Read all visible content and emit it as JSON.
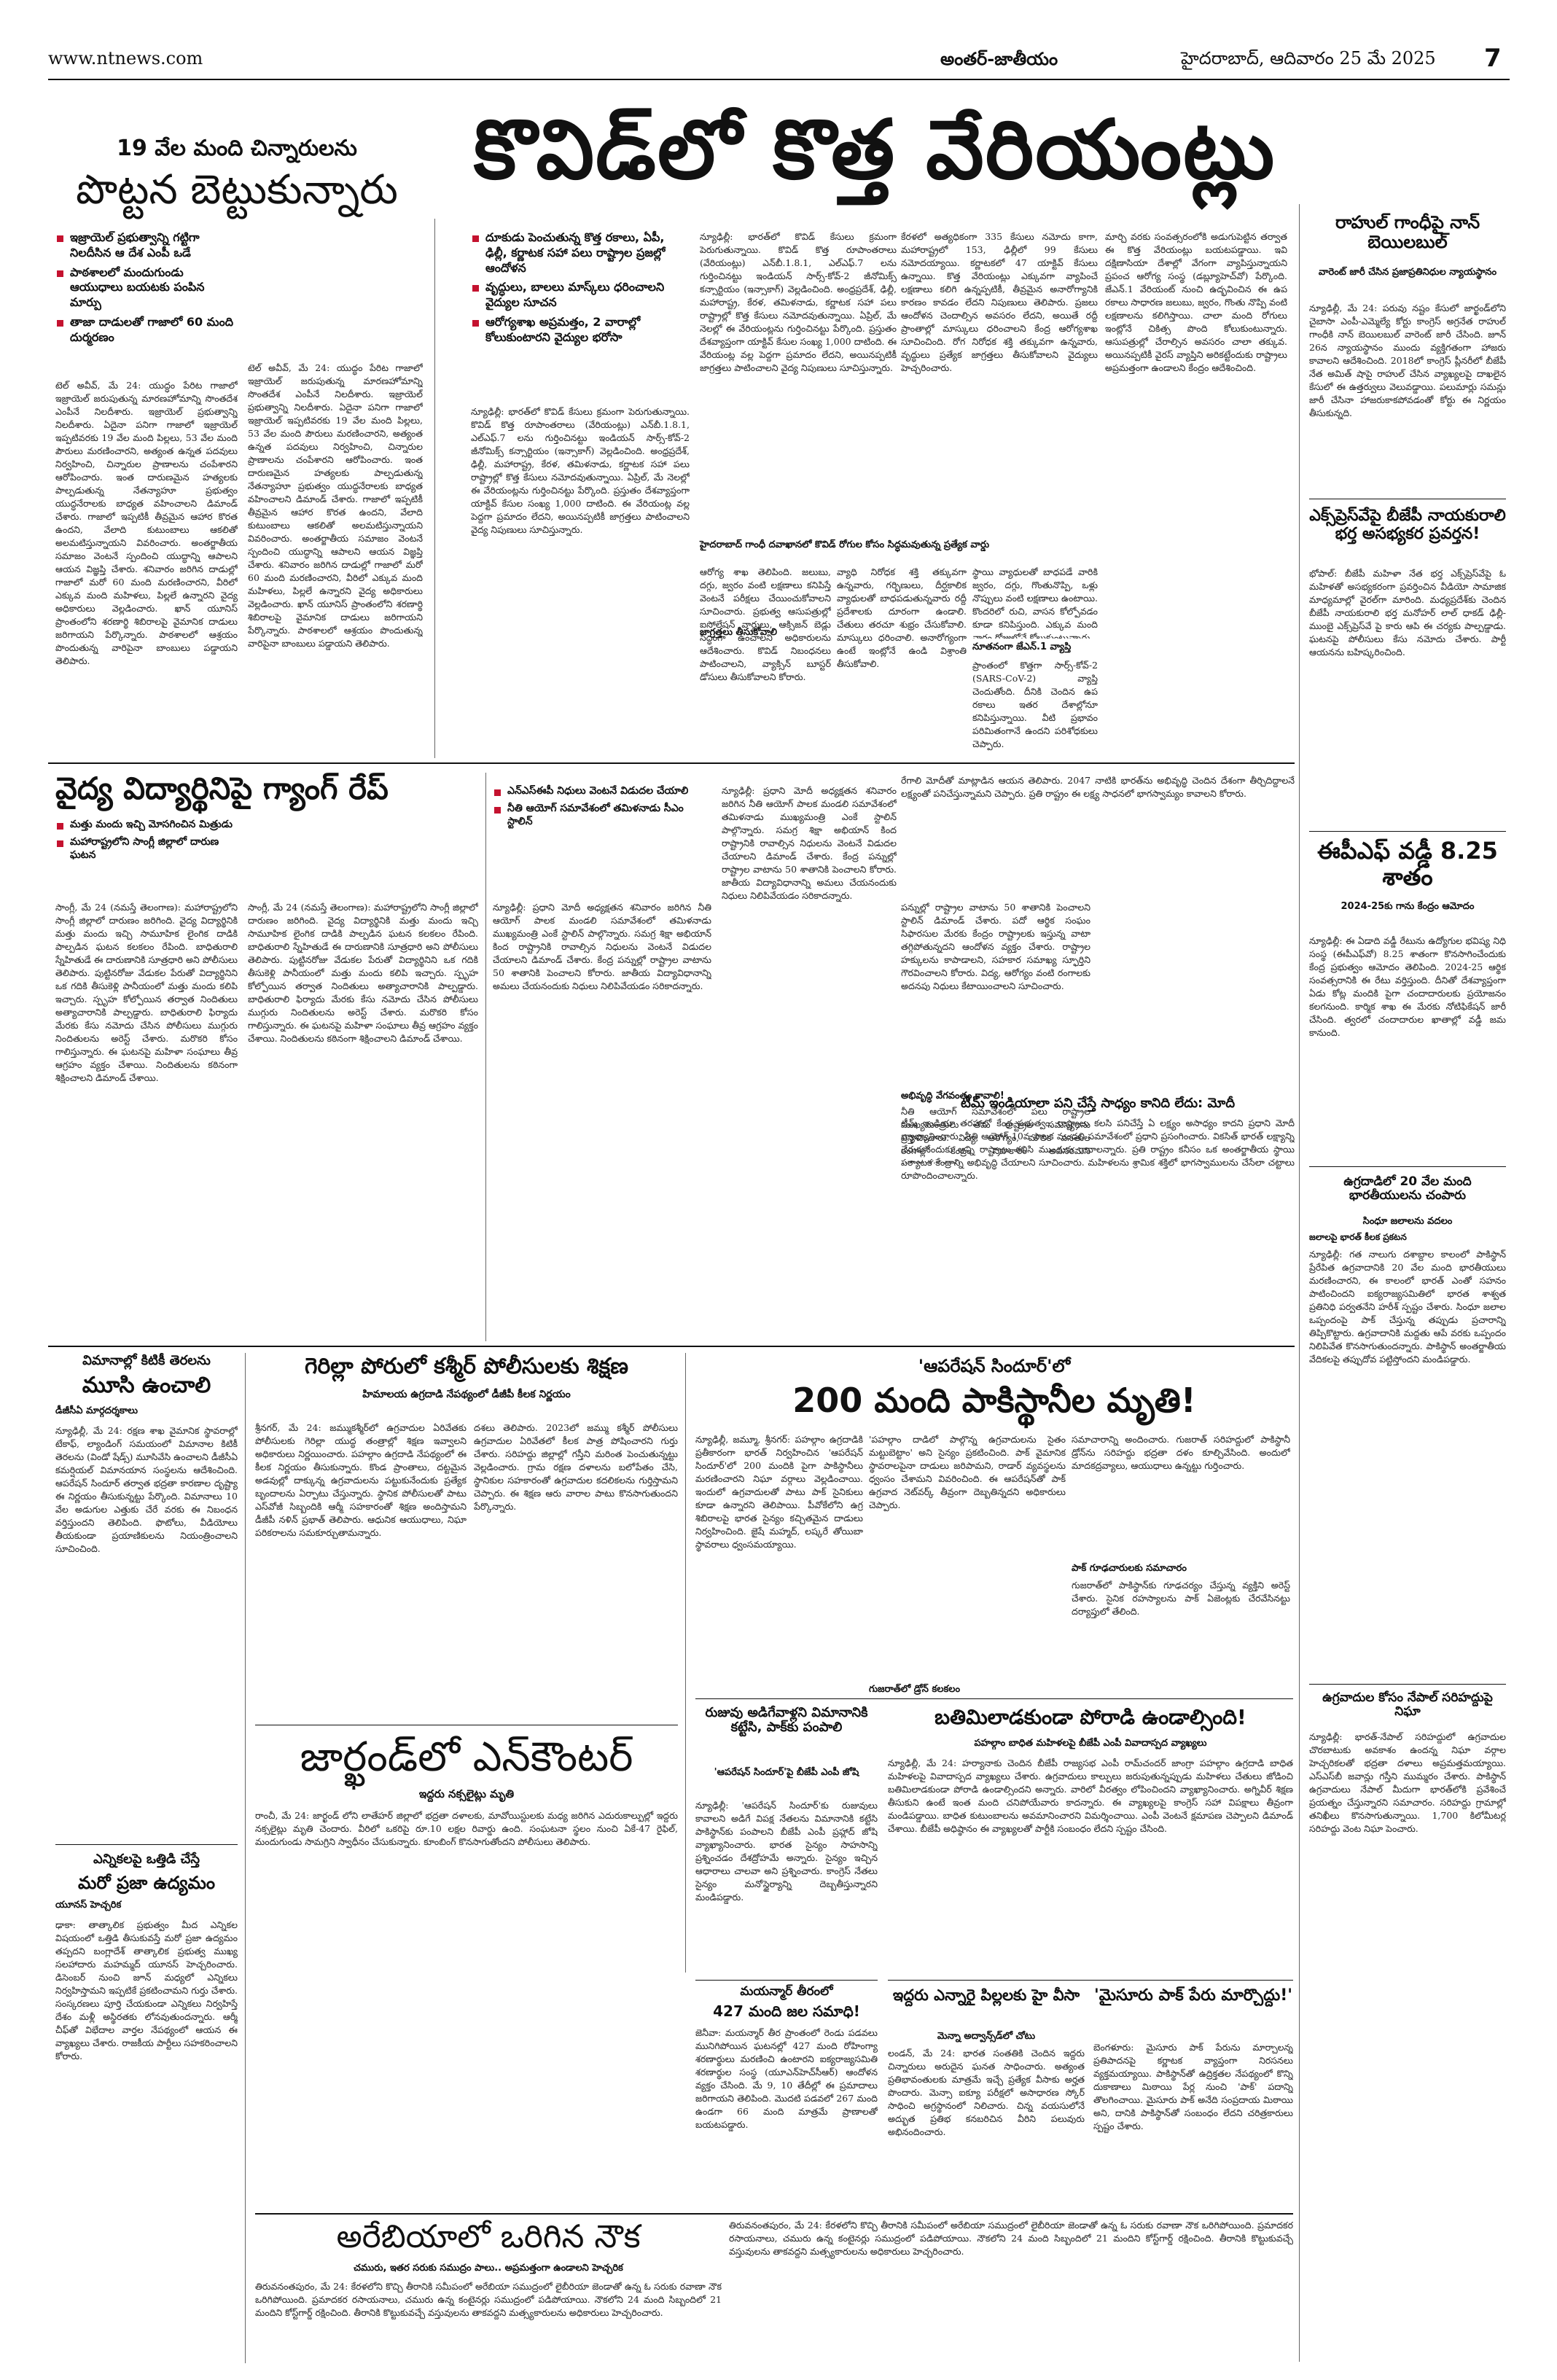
{
  "masthead": {
    "website": "www.ntnews.com",
    "section": "అంతర్‌-జాతీయం",
    "dateline": "హైదరాబాద్‌, ఆదివారం 25 మే 2025",
    "page_number": "7"
  },
  "main_headline": "కొవిడ్‌లో కొత్త వేరియంట్లు",
  "gaza": {
    "kicker": "19 వేల మంది చిన్నారులను",
    "headline": "పొట్టన బెట్టుకున్నారు",
    "bullets": [
      "ఇజ్రాయెల్‌ ప్రభుత్వాన్ని గట్టిగా నిలదీసిన ఆ దేశ ఎంపీ ఒడే",
      "పాఠశాలలో మందుగుండు ఆయుధాలు బయటకు పంపిన మార్పు",
      "తాజా దాడులతో గాజాలో 60 మంది దుర్మరణం"
    ],
    "body": "టెల్‌ అవీవ్‌, మే 24: యుద్ధం పేరిట గాజాలో ఇజ్రాయెల్‌ జరుపుతున్న మారణహోమాన్ని సొంతదేశ ఎంపీనే నిలదీశారు. ఇజ్రాయెల్‌ ప్రభుత్వాన్ని నిలదీశారు. ఏదైనా పనిగా గాజాలో ఇజ్రాయెల్‌ ఇప్పటివరకు 19 వేల మంది పిల్లలు, 53 వేల మంది పౌరులు మరణించారని, అత్యంత ఉన్నత పదవులు నిర్వహించి, చిన్నారుల ప్రాణాలను చంపేశారని ఆరోపించారు. ఇంత దారుణమైన హత్యలకు పాల్పడుతున్న నేతన్యాహూ ప్రభుత్వం యుద్ధనేరాలకు బాధ్యత వహించాలని డిమాండ్‌ చేశారు. గాజాలో ఇప్పటికీ తీవ్రమైన ఆహార కొరత ఉందని, వేలాది కుటుంబాలు ఆకలితో అలమటిస్తున్నాయని వివరించారు. అంతర్జాతీయ సమాజం వెంటనే స్పందించి యుద్ధాన్ని ఆపాలని ఆయన విజ్ఞప్తి చేశారు. శనివారం జరిగిన దాడుల్లో గాజాలో మరో 60 మంది మరణించారని, వీరిలో ఎక్కువ మంది మహిళలు, పిల్లలే ఉన్నారని వైద్య అధికారులు వెల్లడించారు. ఖాన్‌ యూనిస్‌ ప్రాంతంలోని శరణార్థి శిబిరాలపై వైమానిక దాడులు జరిగాయని పేర్కొన్నారు. పాఠశాలలో ఆశ్రయం పొందుతున్న వారిపైనా బాంబులు పడ్డాయని తెలిపారు."
  },
  "covid": {
    "bullets": [
      "దూకుడు పెంచుతున్న కొత్త రకాలు, ఏపీ, ఢిల్లీ, కర్ణాటక సహా పలు రాష్ట్రాల ప్రజల్లో ఆందోళన",
      "వృద్ధులు, బాలలు మాస్క్‌లు ధరించాలని వైద్యుల సూచన",
      "ఆరోగ్యశాఖ అప్రమత్తం, 2 వారాల్లో కోలుకుంటారని వైద్యుల భరోసా"
    ],
    "body1": "న్యూఢిల్లీ: భారత్‌లో కొవిడ్‌ కేసులు క్రమంగా పెరుగుతున్నాయి. కొవిడ్‌ కొత్త రూపాంతరాలు (వేరియంట్లు) ఎన్‌బీ.1.8.1, ఎల్‌ఎఫ్‌.7 లను గుర్తించినట్టు ఇండియన్‌ సార్స్‌-కోవ్‌-2 జీనోమిక్స్‌ కన్సార్టియం (ఇన్సాకాగ్‌) వెల్లడించింది. అంధ్రప్రదేశ్‌, ఢిల్లీ, మహారాష్ట్ర, కేరళ, తమిళనాడు, కర్ణాటక సహా పలు రాష్ట్రాల్లో కొత్త కేసులు నమోదవుతున్నాయి. ఏప్రిల్‌, మే నెలల్లో ఈ వేరియంట్లను గుర్తించినట్టు పేర్కొంది. ప్రస్తుతం దేశవ్యాప్తంగా యాక్టివ్‌ కేసుల సంఖ్య 1,000 దాటింది. ఈ వేరియంట్ల వల్ల పెద్దగా ప్రమాదం లేదని, అయినప్పటికీ జాగ్రత్తలు పాటించాలని వైద్య నిపుణులు సూచిస్తున్నారు.",
    "body2": "కేరళలో అత్యధికంగా 335 కేసులు నమోదు కాగా, మహారాష్ట్రలో 153, ఢిల్లీలో 99 కేసులు నమోదయ్యాయి. కర్ణాటకలో 47 యాక్టివ్‌ కేసులు ఉన్నాయి. కొత్త వేరియంట్లు ఎక్కువగా వ్యాపించే లక్షణాలు కలిగి ఉన్నప్పటికీ, తీవ్రమైన అనారోగ్యానికి కారణం కావడం లేదని నిపుణులు తెలిపారు. ప్రజలు ఆందోళన చెందాల్సిన అవసరం లేదని, అయితే రద్దీ ప్రాంతాల్లో మాస్కులు ధరించాలని కేంద్ర ఆరోగ్యశాఖ సూచించింది. రోగ నిరోధక శక్తి తక్కువగా ఉన్నవారు, వృద్ధులు ప్రత్యేక జాగ్రత్తలు తీసుకోవాలని వైద్యులు హెచ్చరించారు.",
    "body3": "మార్చి వరకు సంవత్సరంలోకి అడుగుపెట్టిన తర్వాత ఈ కొత్త వేరియంట్లు బయటపడ్డాయి. ఇవి దక్షిణాసియా దేశాల్లో వేగంగా వ్యాపిస్తున్నాయని ప్రపంచ ఆరోగ్య సంస్థ (డబ్ల్యూహెచ్‌వో) పేర్కొంది. జేఎన్‌.1 వేరియంట్‌ నుంచి ఉద్భవించిన ఈ ఉప రకాలు సాధారణ జలుబు, జ్వరం, గొంతు నొప్పి వంటి లక్షణాలను కలిగిస్తాయి. చాలా మంది రోగులు ఇంట్లోనే చికిత్స పొంది కోలుకుంటున్నారు. ఆసుపత్రుల్లో చేరాల్సిన అవసరం చాలా తక్కువ. అయినప్పటికీ వైరస్‌ వ్యాప్తిని అరికట్టేందుకు రాష్ట్రాలు అప్రమత్తంగా ఉండాలని కేంద్రం ఆదేశించింది.",
    "hyd_head": "హైదరాబాద్‌ గాంధీ దవాఖానలో కొవిడ్‌ రోగుల కోసం సిద్ధమవుతున్న ప్రత్యేక వార్డు",
    "body4": "ఆరోగ్య శాఖ తెలిపింది. జలుబు, దగ్గు, జ్వరం వంటి లక్షణాలు కనిపిస్తే వెంటనే పరీక్షలు చేయించుకోవాలని సూచించారు. ప్రభుత్వ ఆసుపత్రుల్లో ఐసోలేషన్‌ వార్డులు, ఆక్సిజన్‌ బెడ్లు సిద్ధంగా ఉంచాలని అధికారులను ఆదేశించారు. కొవిడ్‌ నిబంధనలు పాటించాలని, వ్యాక్సిన్‌ బూస్టర్‌ డోసులు తీసుకోవాలని కోరారు.",
    "precaution_head": "జాగ్రత్తలు తీసుకోవాలి",
    "body5": "వ్యాధి నిరోధక శక్తి తక్కువగా ఉన్నవారు, గర్భిణులు, దీర్ఘకాలిక వ్యాధులతో బాధపడుతున్నవారు రద్దీ ప్రదేశాలకు దూరంగా ఉండాలి. చేతులు తరచూ శుభ్రం చేసుకోవాలి. మాస్కులు ధరించాలి. అనారోగ్యంగా ఉంటే ఇంట్లోనే ఉండి విశ్రాంతి తీసుకోవాలి.",
    "body6": "స్థాయి వ్యాధులతో బాధపడే వారికి జ్వరం, దగ్గు, గొంతునొప్పి, ఒళ్లు నొప్పులు వంటి లక్షణాలు ఉంటాయి. కొందరిలో రుచి, వాసన కోల్పోవడం కూడా కనిపిస్తుంది. ఎక్కువ మంది వారం రోజుల్లోనే కోలుకుంటున్నారు.",
    "new_head": "నూతనంగా జేఎన్‌.1 వ్యాప్తి",
    "body7": "ప్రాంతంలో కొత్తగా సార్స్‌-కోవ్‌-2 (SARS-CoV-2) వ్యాప్తి చెందుతోంది. దీనికి చెందిన ఉప రకాలు ఇతర దేశాల్లోనూ కనిపిస్తున్నాయి. వీటి ప్రభావం పరిమితంగానే ఉందని పరిశోధకులు చెప్పారు."
  },
  "rahul": {
    "headline": "రాహుల్‌ గాంధీపై నాన్‌ బెయిలబుల్‌",
    "sub": "వారెంట్‌ జారీ చేసిన ప్రజాప్రతినిధుల న్యాయస్థానం",
    "body": "న్యూఢిల్లీ, మే 24: పరువు నష్టం కేసులో జార్ఖండ్‌లోని చైబాసా ఎంపీ-ఎమ్మెల్యే కోర్టు కాంగ్రెస్‌ అగ్రనేత రాహుల్‌ గాంధీకి నాన్‌ బెయిలబుల్‌ వారెంట్‌ జారీ చేసింది. జూన్‌ 26న న్యాయస్థానం ముందు వ్యక్తిగతంగా హాజరు కావాలని ఆదేశించింది. 2018లో కాంగ్రెస్‌ ప్లీనరీలో బీజేపీ నేత అమిత్‌ షాపై రాహుల్‌ చేసిన వ్యాఖ్యలపై దాఖలైన కేసులో ఈ ఉత్తర్వులు వెలువడ్డాయి. పలుమార్లు సమన్లు జారీ చేసినా హాజరుకాకపోవడంతో కోర్టు ఈ నిర్ణయం తీసుకున్నది."
  },
  "express": {
    "headline": "ఎక్స్‌ప్రెస్‌వేపై బీజేపీ నాయకురాలి భర్త అసభ్యకర ప్రవర్తన!",
    "body": "భోపాల్‌: బీజేపీ మహిళా నేత భర్త ఎక్స్‌ప్రెస్‌వేపై ఓ మహిళతో అసభ్యకరంగా ప్రవర్తించిన వీడియో సామాజిక మాధ్యమాల్లో వైరల్‌గా మారింది. మధ్యప్రదేశ్‌కు చెందిన బీజేపీ నాయకురాలి భర్త మనోహర్‌ లాల్‌ ధాకడ్‌ ఢిల్లీ-ముంబై ఎక్స్‌ప్రెస్‌వే పై కారు ఆపి ఈ చర్యకు పాల్పడ్డాడు. ఘటనపై పోలీసులు కేసు నమోదు చేశారు. పార్టీ ఆయనను బహిష్కరించింది."
  },
  "epf": {
    "headline": "ఈపీఎఫ్‌ వడ్డీ 8.25 శాతం",
    "sub": "2024-25కు గాను కేంద్రం ఆమోదం",
    "body": "న్యూఢిల్లీ: ఈ ఏడాది వడ్డీ రేటును ఉద్యోగుల భవిష్య నిధి సంస్థ (ఈపీఎఫ్‌వో) 8.25 శాతంగా కొనసాగించేందుకు కేంద్ర ప్రభుత్వం ఆమోదం తెలిపింది. 2024-25 ఆర్థిక సంవత్సరానికి ఈ రేటు వర్తిస్తుంది. దీనితో దేశవ్యాప్తంగా ఏడు కోట్ల మందికి పైగా చందాదారులకు ప్రయోజనం కలగనుంది. కార్మిక శాఖ ఈ మేరకు నోటిఫికేషన్‌ జారీ చేసింది. త్వరలో చందాదారుల ఖాతాల్లో వడ్డీ జమ కానుంది."
  },
  "gang_rape": {
    "headline": "వైద్య విద్యార్థినిపై గ్యాంగ్‌ రేప్‌",
    "bullets": [
      "మత్తు మందు ఇచ్చి మోసగించిన మిత్రుడు",
      "మహారాష్ట్రలోని సాంగ్లీ జిల్లాలో దారుణ ఘటన"
    ],
    "body": "సాంగ్లీ, మే 24 (నమస్తే తెలంగాణ): మహారాష్ట్రలోని సాంగ్లీ జిల్లాలో దారుణం జరిగింది. వైద్య విద్యార్థినికి మత్తు మందు ఇచ్చి సామూహిక లైంగిక దాడికి పాల్పడిన ఘటన కలకలం రేపింది. బాధితురాలి స్నేహితుడే ఈ దారుణానికి సూత్రధారి అని పోలీసులు తెలిపారు. పుట్టినరోజు వేడుకల పేరుతో విద్యార్థినిని ఒక గదికి తీసుకెళ్లి పానీయంలో మత్తు మందు కలిపి ఇచ్చారు. స్పృహ కోల్పోయిన తర్వాత నిందితులు అత్యాచారానికి పాల్పడ్డారు. బాధితురాలి ఫిర్యాదు మేరకు కేసు నమోదు చేసిన పోలీసులు ముగ్గురు నిందితులను అరెస్ట్‌ చేశారు. మరొకరి కోసం గాలిస్తున్నారు. ఈ ఘటనపై మహిళా సంఘాలు తీవ్ర ఆగ్రహం వ్యక్తం చేశాయి. నిందితులను కఠినంగా శిక్షించాలని డిమాండ్‌ చేశాయి."
  },
  "niti": {
    "bullets": [
      "ఎన్‌ఎస్‌ఈపీ నిధులు వెంటనే విడుదల చేయాలి",
      "నీతి ఆయోగ్‌ సమావేశంలో తమిళనాడు సీఎం స్టాలిన్‌"
    ],
    "body1": "న్యూఢిల్లీ: ప్రధాని మోదీ అధ్యక్షతన శనివారం జరిగిన నీతి ఆయోగ్‌ పాలక మండలి సమావేశంలో తమిళనాడు ముఖ్యమంత్రి ఎంకే స్టాలిన్‌ పాల్గొన్నారు. సమగ్ర శిక్షా అభియాన్‌ కింద రాష్ట్రానికి రావాల్సిన నిధులను వెంటనే విడుదల చేయాలని డిమాండ్‌ చేశారు. కేంద్ర పన్నుల్లో రాష్ట్రాల వాటాను 50 శాతానికి పెంచాలని కోరారు. జాతీయ విద్యావిధానాన్ని అమలు చేయనందుకు నిధులు నిలిపివేయడం సరికాదన్నారు.",
    "body2": "పన్నుల్లో రాష్ట్రాల వాటాను 50 శాతానికి పెంచాలని స్టాలిన్‌ డిమాండ్‌ చేశారు. పదో ఆర్థిక సంఘం సిఫారసుల మేరకు కేంద్రం రాష్ట్రాలకు ఇస్తున్న వాటా తగ్గిపోతున్నదని ఆందోళన వ్యక్తం చేశారు. రాష్ట్రాల హక్కులను కాపాడాలని, సహకార సమాఖ్య స్ఫూర్తిని గౌరవించాలని కోరారు. విద్య, ఆరోగ్యం వంటి రంగాలకు అదనపు నిధులు కేటాయించాలని సూచించారు.",
    "viksit_head": "అభివృద్ధి వేగవంతం కావాలి!",
    "body3": "నీతి ఆయోగ్‌ సమావేశంలో పలు రాష్ట్రాల ముఖ్యమంత్రులు తమ రాష్ట్రాల సమస్యలను ప్రస్తావించారు. విద్య, ఆరోగ్యం, మౌలిక వసతుల రంగాల్లో కేంద్రం సహకారం అవసరమని అభిప్రాయపడ్డారు."
  },
  "team_india": {
    "pre": "రేగాలి మోదీతో మాట్లాడిన ఆయన తెలిపారు. 2047 నాటికి భారత్‌ను అభివృద్ధి చెందిన దేశంగా తీర్చిదిద్దాలనే లక్ష్యంతో పనిచేస్తున్నామని చెప్పారు. ప్రతి రాష్ట్రం ఈ లక్ష్య సాధనలో భాగస్వామ్యం కావాలని కోరారు.",
    "headline": "టీమ్‌ ఇండియాలా పని చేస్తే సాధ్యం కానిది లేదు: మోదీ",
    "body": "టీమ్‌ ఇండియా తరహాలో కేంద్ర ప్రభుత్వం, రాష్ట్రాలు కలసి పనిచేస్తే ఏ లక్ష్యం అసాధ్యం కాదని ప్రధాని మోదీ వ్యాఖ్యానించారు. నీతి ఆయోగ్‌ 10వ పాలక మండలి సమావేశంలో ప్రధాని ప్రసంగించారు. వికసిత్‌ భారత్‌ లక్ష్యాన్ని చేరుకునేందుకు అన్ని రాష్ట్రాలు కలిసి ముందుకు రావాలన్నారు. ప్రతి రాష్ట్రం కనీసం ఒక అంతర్జాతీయ స్థాయి పర్యాటక కేంద్రాన్ని అభివృద్ధి చేయాలని సూచించారు. మహిళలను శ్రామిక శక్తిలో భాగస్వాములను చేసేలా చట్టాలు రూపొందించాలన్నారు."
  },
  "musi": {
    "kicker": "విమానాల్లో కిటికీ తెరలను",
    "headline": "మూసి ఉంచాలి",
    "sub": "డీజీసీఏ మార్గదర్శకాలు",
    "body": "న్యూఢిల్లీ, మే 24: రక్షణ శాఖ వైమానిక స్థావరాల్లో టేకాఫ్‌, ల్యాండింగ్‌ సమయంలో విమానాల కిటికీ తెరలను (విండో షేడ్స్‌) మూసివేసి ఉంచాలని డీజీసీఏ కమర్షియల్‌ విమానయాన సంస్థలను ఆదేశించింది. ఆపరేషన్‌ సిందూర్‌ తర్వాత భద్రతా కారణాల దృష్ట్యా ఈ నిర్ణయం తీసుకున్నట్టు పేర్కొంది. విమానాలు 10 వేల అడుగుల ఎత్తుకు చేరే వరకు ఈ నిబంధన వర్తిస్తుందని తెలిపింది. ఫొటోలు, వీడియోలు తీయకుండా ప్రయాణికులను నియంత్రించాలని సూచించింది."
  },
  "election": {
    "kicker": "ఎన్నికలపై ఒత్తిడి చేస్తే",
    "headline": "మరో ప్రజా ఉద్యమం",
    "sub": "యూనస్‌ హెచ్చరిక",
    "body": "ఢాకా: తాత్కాలిక ప్రభుత్వం మీద ఎన్నికల విషయంలో ఒత్తిడి తీసుకువస్తే మరో ప్రజా ఉద్యమం తప్పదని బంగ్లాదేశ్‌ తాత్కాలిక ప్రభుత్వ ముఖ్య సలహాదారు మహమ్మద్‌ యూనస్‌ హెచ్చరించారు. డిసెంబర్‌ నుంచి జూన్‌ మధ్యలో ఎన్నికలు నిర్వహిస్తామని ఇప్పటికే ప్రకటించామని గుర్తు చేశారు. సంస్కరణలు పూర్తి చేయకుండా ఎన్నికలు నిర్వహిస్తే దేశం మళ్లీ అస్థిరతకు లోనవుతుందన్నారు. ఆర్మీ చీఫ్‌తో విభేదాల వార్తల నేపథ్యంలో ఆయన ఈ వ్యాఖ్యలు చేశారు. రాజకీయ పార్టీలు సహకరించాలని కోరారు."
  },
  "guerrilla": {
    "headline": "గెరిల్లా పోరులో కశ్మీర్‌ పోలీసులకు శిక్షణ",
    "sub": "హిమాలయ ఉగ్రదాడి నేపథ్యంలో డీజీపీ కీలక నిర్ణయం",
    "body": "శ్రీనగర్‌, మే 24: జమ్ముకశ్మీర్‌లో ఉగ్రవాదుల ఏరివేతకు పోలీసులకు గెరిల్లా యుద్ధ తంత్రాల్లో శిక్షణ ఇవ్వాలని అధికారులు నిర్ణయించారు. పహల్గాం ఉగ్రదాడి నేపథ్యంలో ఈ కీలక నిర్ణయం తీసుకున్నారు. కొండ ప్రాంతాలు, దట్టమైన అడవుల్లో దాక్కున్న ఉగ్రవాదులను పట్టుకునేందుకు ప్రత్యేక బృందాలను ఏర్పాటు చేస్తున్నారు. స్థానిక పోలీసులతో పాటు ఎస్‌వోజీ సిబ్బందికి ఆర్మీ సహకారంతో శిక్షణ అందిస్తామని డీజీపీ నళిన్‌ ప్రభాత్‌ తెలిపారు. ఆధునిక ఆయుధాలు, నిఘా పరికరాలను సమకూర్చుతామన్నారు.",
    "body2": "దశలు తెలిపారు. 2023లో జమ్ము కశ్మీర్‌ పోలీసులు ఉగ్రవాదుల ఏరివేతలో కీలక పాత్ర పోషించారని గుర్తు చేశారు. సరిహద్దు జిల్లాల్లో గస్తీని మరింత పెంచుతున్నట్టు వెల్లడించారు. గ్రామ రక్షణ దళాలను బలోపేతం చేసి, స్థానికుల సహకారంతో ఉగ్రవాదుల కదలికలను గుర్తిస్తామని చెప్పారు. ఈ శిక్షణ ఆరు వారాల పాటు కొనసాగుతుందని పేర్కొన్నారు."
  },
  "encounter": {
    "headline": "జార్ఖండ్‌లో ఎన్‌కౌంటర్‌",
    "sub": "ఇద్దరు నక్సలైట్లు మృతి",
    "body": "రాంచీ, మే 24: జార్ఖండ్‌ లోని లాతేహర్‌ జిల్లాలో భద్రతా దళాలకు, మావోయిస్టులకు మధ్య జరిగిన ఎదురుకాల్పుల్లో ఇద్దరు నక్సలైట్లు మృతి చెందారు. వీరిలో ఒకరిపై రూ.10 లక్షల రివార్డు ఉంది. సంఘటనా స్థలం నుంచి ఏకే-47 రైఫిల్‌, మందుగుండు సామగ్రిని స్వాధీనం చేసుకున్నారు. కూంబింగ్‌ కొనసాగుతోందని పోలీసులు తెలిపారు."
  },
  "sindoor": {
    "kicker": "'ఆపరేషన్‌ సిందూర్‌'లో",
    "headline": "200 మంది పాకిస్థానీల మృతి!",
    "body1": "న్యూఢిల్లీ, జమ్మూ, శ్రీనగర్‌: పహల్గాం ఉగ్రదాడికి ప్రతీకారంగా భారత్‌ నిర్వహించిన 'ఆపరేషన్‌ సిందూర్‌'లో 200 మందికి పైగా పాకిస్థానీలు మరణించారని నిఘా వర్గాలు వెల్లడించాయి. ఇందులో ఉగ్రవాదులతో పాటు పాక్‌ సైనికులు కూడా ఉన్నారని తెలిపాయి. పీవోకేలోని ఉగ్ర శిబిరాలపై భారత సైన్యం కచ్చితమైన దాడులు నిర్వహించింది. జైషే మహ్మద్‌, లష్కరే తోయిబా స్థావరాలు ధ్వంసమయ్యాయి.",
    "body2": "'పహల్గాం దాడిలో పాల్గొన్న ఉగ్రవాదులను సైతం మట్టుబెట్టాం' అని సైన్యం ప్రకటించింది. పాక్‌ వైమానిక స్థావరాలపైనా దాడులు జరిపామని, రాడార్‌ వ్యవస్థలను ధ్వంసం చేశామని వివరించింది. ఈ ఆపరేషన్‌తో పాక్‌ ఉగ్రవాద నెట్‌వర్క్‌ తీవ్రంగా దెబ్బతిన్నదని అధికారులు చెప్పారు.",
    "gujarat_head": "గుజరాత్‌లో డ్రోన్‌ కలకలం",
    "body3": "సమాచారాన్ని అందించారు. గుజరాత్‌ సరిహద్దులో పాకిస్థానీ డ్రోన్‌ను సరిహద్దు భద్రతా దళం కూల్చివేసింది. అందులో మాదకద్రవ్యాలు, ఆయుధాలు ఉన్నట్టు గుర్తించారు.",
    "spy_head": "పాక్‌ గూఢచారులకు సమాచారం",
    "body4": "గుజరాత్‌లో పాకిస్థాన్‌కు గూఢచర్యం చేస్తున్న వ్యక్తిని అరెస్ట్‌ చేశారు. సైనిక రహస్యాలను పాక్‌ ఏజెంట్లకు చేరవేసినట్టు దర్యాప్తులో తేలింది."
  },
  "rujuvu": {
    "kicker": "రుజువు అడిగేవాళ్లని విమానానికి కట్టేసి, పాక్‌కు పంపాలి",
    "sub": "'ఆపరేషన్‌ సిందూర్‌'పై బీజేపీ ఎంపీ జోషి",
    "body": "న్యూఢిల్లీ: 'ఆపరేషన్‌ సిందూర్‌'కు రుజువులు కావాలని అడిగే విపక్ష నేతలను విమానానికి కట్టేసి పాకిస్థాన్‌కు పంపాలని బీజేపీ ఎంపీ ప్రహ్లాద్‌ జోషి వ్యాఖ్యానించారు. భారత సైన్యం సాహసాన్ని ప్రశ్నించడం దేశద్రోహమే అన్నారు. సైన్యం ఇచ్చిన ఆధారాలు చాలవా అని ప్రశ్నించారు. కాంగ్రెస్‌ నేతలు సైన్యం మనోస్థైర్యాన్ని దెబ్బతీస్తున్నారని మండిపడ్డారు."
  },
  "bathimilaadakunda": {
    "headline": "బతిమిలాడకుండా పోరాడి ఉండాల్సింది!",
    "sub": "పహల్గాం బాధిత మహిళలపై బీజేపీ ఎంపీ వివాదాస్పద వ్యాఖ్యలు",
    "body": "న్యూఢిల్లీ, మే 24: హర్యానాకు చెందిన బీజేపీ రాజ్యసభ ఎంపీ రామ్‌చందర్‌ జాంగ్రా పహల్గాం ఉగ్రదాడి బాధిత మహిళలపై వివాదాస్పద వ్యాఖ్యలు చేశారు. ఉగ్రవాదులు కాల్పులు జరుపుతున్నప్పుడు మహిళలు చేతులు జోడించి బతిమిలాడకుండా పోరాడి ఉండాల్సిందని అన్నారు. వారిలో వీరత్వం లోపించిందని వ్యాఖ్యానించారు. అగ్నివీర్‌ శిక్షణ తీసుకుని ఉంటే ఇంత మంది చనిపోయేవారు కాదన్నారు. ఈ వ్యాఖ్యలపై కాంగ్రెస్‌ సహా విపక్షాలు తీవ్రంగా మండిపడ్డాయి. బాధిత కుటుంబాలను అవమానించారని విమర్శించాయి. ఎంపీ వెంటనే క్షమాపణ చెప్పాలని డిమాండ్‌ చేశాయి. బీజేపీ అధిష్ఠానం ఈ వ్యాఖ్యలతో పార్టీకి సంబంధం లేదని స్పష్టం చేసింది."
  },
  "myanmar": {
    "kicker": "మయన్మార్‌ తీరంలో",
    "headline": "427 మంది జల సమాధి!",
    "body": "జెనీవా: మయన్మార్‌ తీర ప్రాంతంలో రెండు పడవలు మునిగిపోయిన ఘటనల్లో 427 మంది రోహింగ్యా శరణార్థులు మరణించి ఉంటారని ఐక్యరాజ్యసమితి శరణార్థుల సంస్థ (యూఎన్‌హెచ్‌సీఆర్‌) ఆందోళన వ్యక్తం చేసింది. మే 9, 10 తేదీల్లో ఈ ప్రమాదాలు జరిగాయని తెలిపింది. మొదటి పడవలో 267 మంది ఉండగా 66 మంది మాత్రమే ప్రాణాలతో బయటపడ్డారు."
  },
  "visa": {
    "kicker": "ఇద్దరు ఎన్నారై పిల్లలకు హై వీసా",
    "sub": "మెన్నా అద్వాన్స్‌డ్‌లో చోటు",
    "body": "లండన్‌, మే 24: భారత సంతతికి చెందిన ఇద్దరు చిన్నారులు అరుదైన ఘనత సాధించారు. అత్యంత ప్రతిభావంతులకు మాత్రమే ఇచ్చే ప్రత్యేక వీసాకు అర్హత పొందారు. మెన్సా ఐక్యూ పరీక్షలో అసాధారణ స్కోర్‌ సాధించి అగ్రస్థానంలో నిలిచారు. చిన్న వయసులోనే అద్భుత ప్రతిభ కనబరిచిన వీరిని పలువురు అభినందించారు."
  },
  "mysore": {
    "headline": "'మైసూరు పాక్‌ పేరు మార్చొద్దు!'",
    "body": "బెంగళూరు: మైసూరు పాక్‌ పేరును మార్చాలన్న ప్రతిపాదనపై కర్ణాటక వ్యాప్తంగా నిరసనలు వ్యక్తమయ్యాయి. పాకిస్థాన్‌తో ఉద్రిక్తతల నేపథ్యంలో కొన్ని దుకాణాలు మిఠాయి పేర్ల నుంచి 'పాక్‌' పదాన్ని తొలగించాయి. మైసూరు పాక్‌ అనేది సంప్రదాయ మిఠాయి అని, దానికి పాకిస్థాన్‌తో సంబంధం లేదని చరిత్రకారులు స్పష్టం చేశారు."
  },
  "arabia": {
    "headline": "అరేబియాలో ఒరిగిన నౌక",
    "sub": "చమురు, ఇతర సరుకు సముద్రం పాలు.. అప్రమత్తంగా ఉండాలని హెచ్చరిక",
    "body": "తిరువనంతపురం, మే 24: కేరళలోని కొచ్చి తీరానికి సమీపంలో అరేబియా సముద్రంలో లైబీరియా జెండాతో ఉన్న ఓ సరుకు రవాణా నౌక ఒరిగిపోయింది. ప్రమాదకర రసాయనాలు, చమురు ఉన్న కంటైనర్లు సముద్రంలో పడిపోయాయి. నౌకలోని 24 మంది సిబ్బందిలో 21 మందిని కోస్ట్‌గార్డ్‌ రక్షించింది. తీరానికి కొట్టుకువచ్చే వస్తువులను తాకవద్దని మత్స్యకారులను అధికారులు హెచ్చరించారు."
  },
  "violence": {
    "kicker": "ఉగ్రదాడిలో 20 వేల మంది భారతీయులను చంపారు",
    "sub": "సింధూ జలాలను వదలం",
    "sub2": "జలాలపై భారత్‌ కీలక ప్రకటన",
    "body": "న్యూఢిల్లీ: గత నాలుగు దశాబ్దాల కాలంలో పాకిస్థాన్‌ ప్రేరేపిత ఉగ్రవాదానికి 20 వేల మంది భారతీయులు మరణించారని, ఈ కాలంలో భారత్‌ ఎంతో సహనం పాటించిందని ఐక్యరాజ్యసమితిలో భారత శాశ్వత ప్రతినిధి పర్వతనేని హరీశ్‌ స్పష్టం చేశారు. సింధూ జలాల ఒప్పందంపై పాక్‌ చేస్తున్న తప్పుడు ప్రచారాన్ని తిప్పికొట్టారు. ఉగ్రవాదానికి మద్దతు ఆపే వరకు ఒప్పందం నిలిపివేత కొనసాగుతుందన్నారు. పాకిస్థాన్‌ అంతర్జాతీయ వేదికలపై తప్పుదోవ పట్టిస్తోందని మండిపడ్డారు."
  },
  "nepal": {
    "kicker": "ఉగ్రవాదుల కోసం నేపాల్‌ సరిహద్దుపై నిఘా",
    "body": "న్యూఢిల్లీ: భారత్‌-నేపాల్‌ సరిహద్దులో ఉగ్రవాదుల చొరబాటుకు అవకాశం ఉందన్న నిఘా వర్గాల హెచ్చరికలతో భద్రతా దళాలు అప్రమత్తమయ్యాయి. ఎస్‌ఎస్‌బీ జవాన్లు గస్తీని ముమ్మరం చేశారు. పాకిస్థాన్‌ ఉగ్రవాదులు నేపాల్‌ మీదుగా భారత్‌లోకి ప్రవేశించే ప్రయత్నం చేస్తున్నారని సమాచారం. సరిహద్దు గ్రామాల్లో తనిఖీలు కొనసాగుతున్నాయి. 1,700 కిలోమీటర్ల సరిహద్దు వెంట నిఘా పెంచారు."
  }
}
